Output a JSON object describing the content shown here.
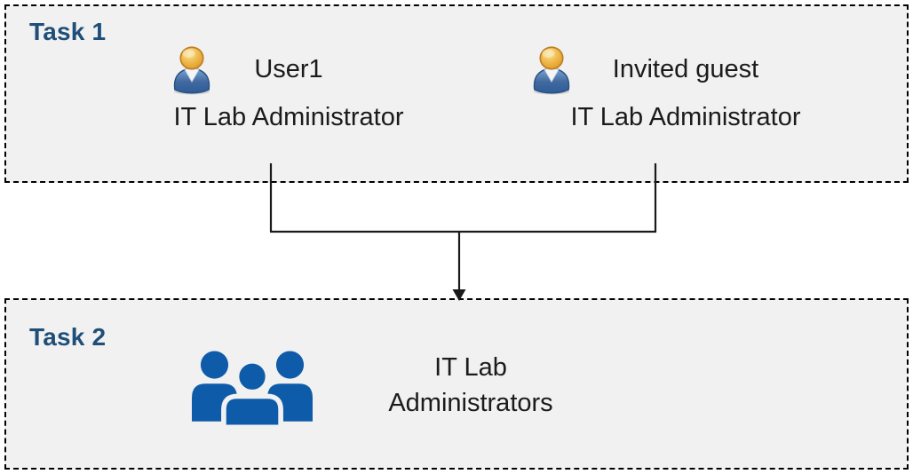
{
  "task1": {
    "label": "Task 1",
    "members": [
      {
        "name": "User1",
        "role": "IT Lab Administrator"
      },
      {
        "name": "Invited guest",
        "role": "IT Lab Administrator"
      }
    ]
  },
  "task2": {
    "label": "Task 2",
    "group": {
      "line1": "IT Lab",
      "line2": "Administrators"
    }
  },
  "icons": {
    "member": "single-user-icon",
    "group": "user-group-icon",
    "connector": "merge-arrow-down"
  },
  "colors": {
    "task_label": "#1f4e79",
    "box_fill": "#f1f1f1",
    "box_border": "#000000",
    "body_text": "#1b1b1b",
    "connector_line": "#1a1a1a",
    "group_icon_blue": "#0e5ca9",
    "person_head_gold": "#e8a62f",
    "person_body_blue": "#3a69a5"
  }
}
